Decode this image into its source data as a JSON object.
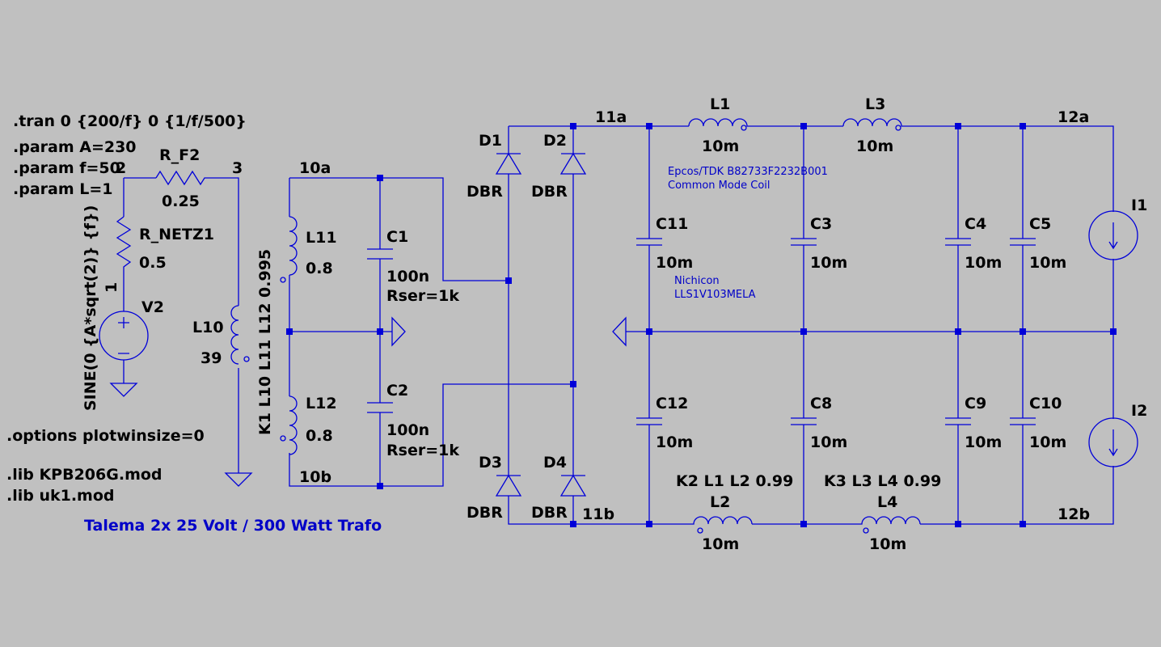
{
  "directives": [
    ".tran 0 {200/f} 0 {1/f/500}",
    ".param A=230",
    ".param f=50",
    ".param L=1",
    ".options plotwinsize=0",
    ".lib KPB206G.mod",
    ".lib uk1.mod"
  ],
  "title_comment": "Talema 2x 25 Volt / 300 Watt Trafo",
  "notes": {
    "epcos_line1": "Epcos/TDK B82733F2232B001",
    "epcos_line2": "Common Mode Coil",
    "nichicon_line1": "Nichicon",
    "nichicon_line2": "LLS1V103MELA"
  },
  "nets": {
    "n2": "2",
    "n3": "3",
    "n1": "1",
    "n10a": "10a",
    "n10b": "10b",
    "n11a": "11a",
    "n11b": "11b",
    "n12a": "12a",
    "n12b": "12b"
  },
  "couplings": {
    "k1": "K1 L10 L11 L12 0.995",
    "k2": "K2 L1 L2 0.99",
    "k3": "K3 L3 L4 0.99"
  },
  "components": {
    "R_F2": {
      "name": "R_F2",
      "value": "0.25"
    },
    "R_NETZ1": {
      "name": "R_NETZ1",
      "value": "0.5"
    },
    "V2": {
      "name": "V2",
      "value": "SINE(0 {A*sqrt(2)} {f})"
    },
    "L10": {
      "name": "L10",
      "value": "39"
    },
    "L11": {
      "name": "L11",
      "value": "0.8"
    },
    "L12": {
      "name": "L12",
      "value": "0.8"
    },
    "C1": {
      "name": "C1",
      "value": "100n",
      "ser": "Rser=1k"
    },
    "C2": {
      "name": "C2",
      "value": "100n",
      "ser": "Rser=1k"
    },
    "D1": {
      "name": "D1",
      "value": "DBR"
    },
    "D2": {
      "name": "D2",
      "value": "DBR"
    },
    "D3": {
      "name": "D3",
      "value": "DBR"
    },
    "D4": {
      "name": "D4",
      "value": "DBR"
    },
    "L1": {
      "name": "L1",
      "value": "10m"
    },
    "L2": {
      "name": "L2",
      "value": "10m"
    },
    "L3": {
      "name": "L3",
      "value": "10m"
    },
    "L4": {
      "name": "L4",
      "value": "10m"
    },
    "C11": {
      "name": "C11",
      "value": "10m"
    },
    "C12": {
      "name": "C12",
      "value": "10m"
    },
    "C3": {
      "name": "C3",
      "value": "10m"
    },
    "C8": {
      "name": "C8",
      "value": "10m"
    },
    "C4": {
      "name": "C4",
      "value": "10m"
    },
    "C9": {
      "name": "C9",
      "value": "10m"
    },
    "C5": {
      "name": "C5",
      "value": "10m"
    },
    "C10": {
      "name": "C10",
      "value": "10m"
    },
    "I1": {
      "name": "I1"
    },
    "I2": {
      "name": "I2"
    }
  }
}
